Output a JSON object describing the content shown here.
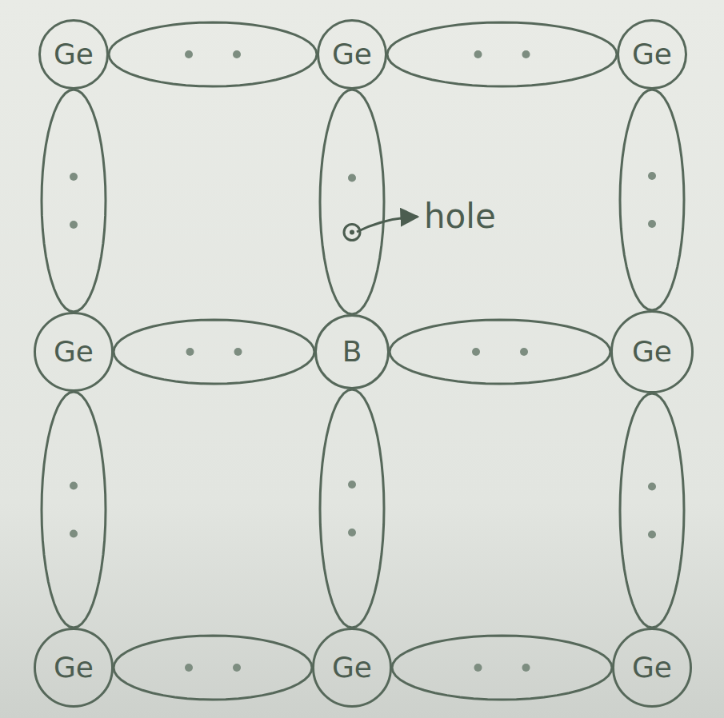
{
  "diagram": {
    "nodes": [
      {
        "text": [
          "Ge"
        ]
      },
      {
        "text": [
          "Ge"
        ]
      },
      {
        "text": [
          "Ge"
        ]
      },
      {
        "text": [
          "Ge"
        ]
      },
      {
        "text": [
          "B"
        ]
      },
      {
        "text": [
          "Ge"
        ]
      },
      {
        "text": [
          "Ge"
        ]
      },
      {
        "text": [
          "Ge"
        ]
      },
      {
        "text": [
          "Ge"
        ]
      }
    ],
    "edges": [
      {
        "from": 0,
        "to": 1,
        "arrow": "none"
      },
      {
        "from": 1,
        "to": 2,
        "arrow": "none"
      },
      {
        "from": 3,
        "to": 4,
        "arrow": "none"
      },
      {
        "from": 4,
        "to": 5,
        "arrow": "none"
      },
      {
        "from": 6,
        "to": 7,
        "arrow": "none"
      },
      {
        "from": 7,
        "to": 8,
        "arrow": "none"
      },
      {
        "from": 0,
        "to": 3,
        "arrow": "none"
      },
      {
        "from": 1,
        "to": 4,
        "arrow": "none"
      },
      {
        "from": 2,
        "to": 5,
        "arrow": "none"
      },
      {
        "from": 3,
        "to": 6,
        "arrow": "none"
      },
      {
        "from": 4,
        "to": 7,
        "arrow": "none"
      },
      {
        "from": 5,
        "to": 8,
        "arrow": "none"
      }
    ],
    "labels": [
      "hole"
    ]
  }
}
